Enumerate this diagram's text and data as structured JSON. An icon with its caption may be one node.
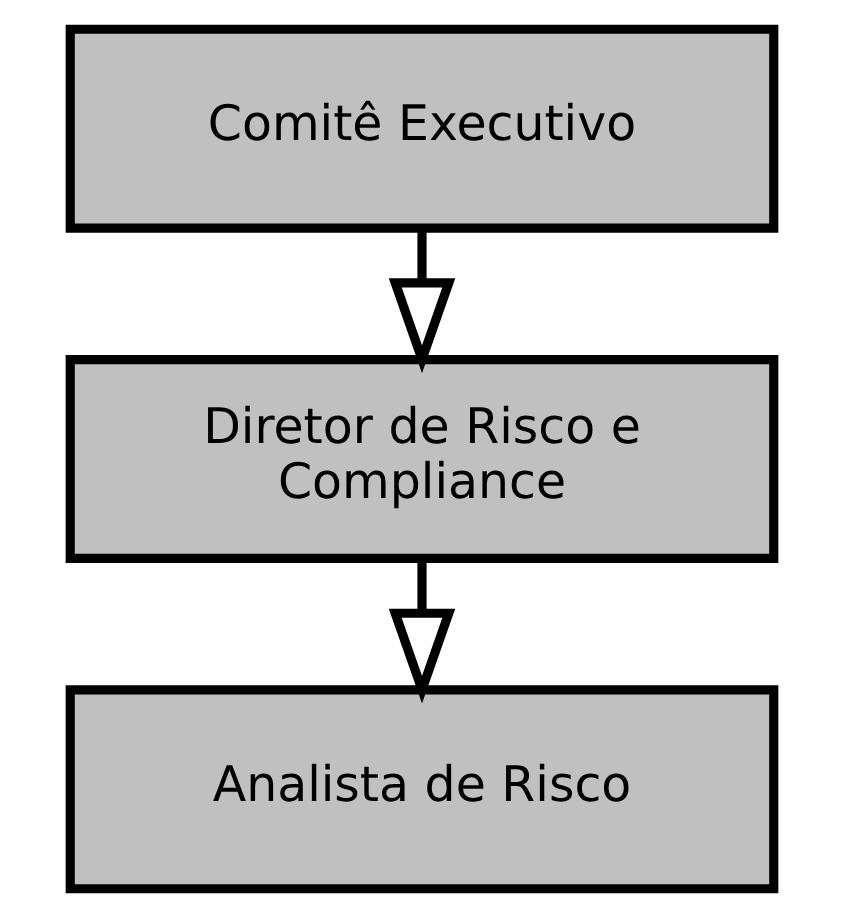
{
  "diagram": {
    "nodes": [
      {
        "text": [
          "Comitê Executivo"
        ]
      },
      {
        "text": [
          "Diretor de Risco e Compliance"
        ]
      },
      {
        "text": [
          "Analista de Risco"
        ]
      }
    ],
    "edges": [
      {
        "from": 0,
        "to": 1,
        "arrow": "to"
      },
      {
        "from": 1,
        "to": 2,
        "arrow": "to"
      }
    ]
  }
}
